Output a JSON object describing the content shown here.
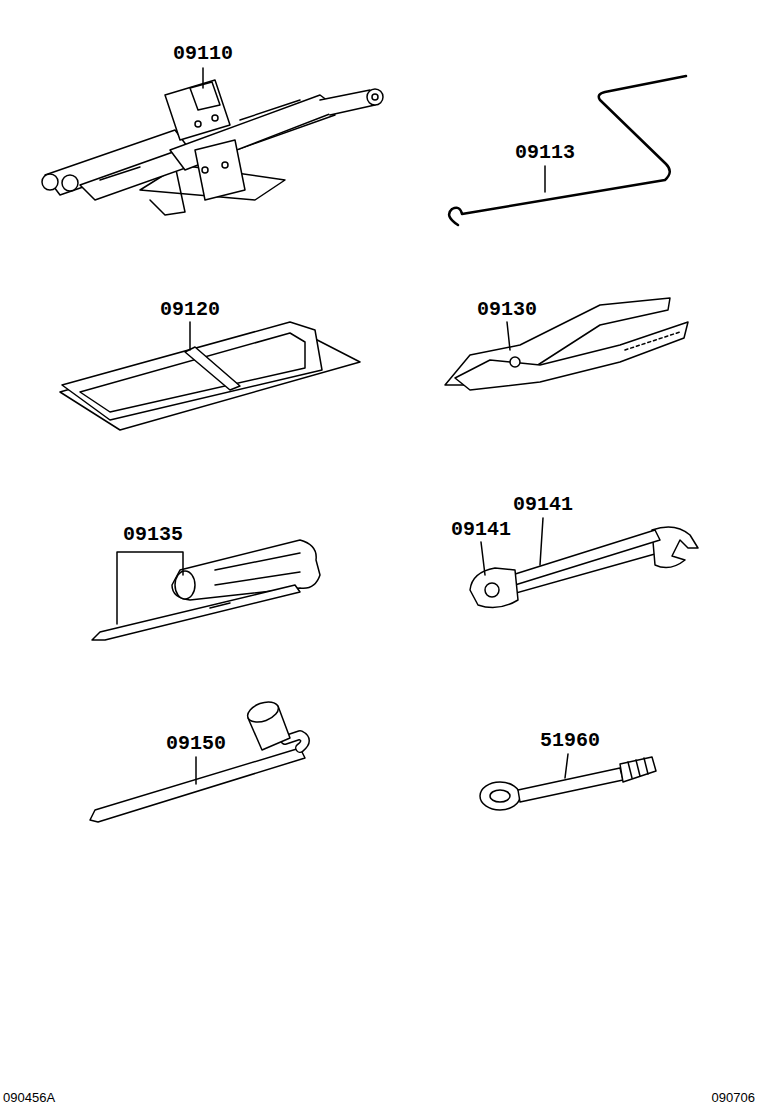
{
  "diagram": {
    "labels": [
      "09110",
      "09113",
      "09120",
      "09130",
      "09135",
      "09141",
      "09141",
      "09150",
      "51960",
      "090456A",
      "090706"
    ]
  }
}
